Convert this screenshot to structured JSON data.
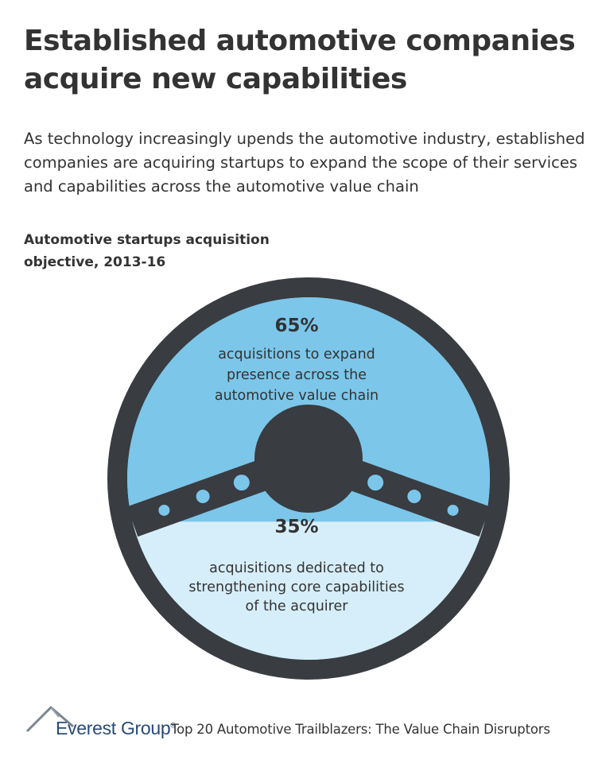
{
  "title": "Established automotive companies acquire new capabilities",
  "subtitle": "As technology increasingly upends the automotive industry, established companies are acquiring startups to expand the scope of their services and capabilities across the automotive value chain",
  "chart_heading": "Automotive startups acquisition objective, 2013-16",
  "chart_data": {
    "type": "pie",
    "title": "Automotive startups acquisition objective, 2013-16",
    "slices": [
      {
        "value": 65,
        "value_label": "65%",
        "label": "acquisitions to expand presence across the automotive value chain",
        "label_lines": [
          "acquisitions to expand",
          "presence across the",
          "automotive value chain"
        ],
        "color": "#7cc6ea"
      },
      {
        "value": 35,
        "value_label": "35%",
        "label": "acquisitions dedicated to strengthening core capabilities of the acquirer",
        "label_lines": [
          "acquisitions dedicated to",
          "strengthening core capabilities",
          "of the acquirer"
        ],
        "color": "#d6eef9"
      }
    ]
  },
  "colors": {
    "rim": "#393c40",
    "text": "#333333",
    "brand_blue": "#2a4a78"
  },
  "footer": {
    "brand": "Everest Group",
    "trademark": "®",
    "report": "Top 20 Automotive Trailblazers: The Value Chain Disruptors",
    "logo_icon": "mountain-peak-icon"
  }
}
